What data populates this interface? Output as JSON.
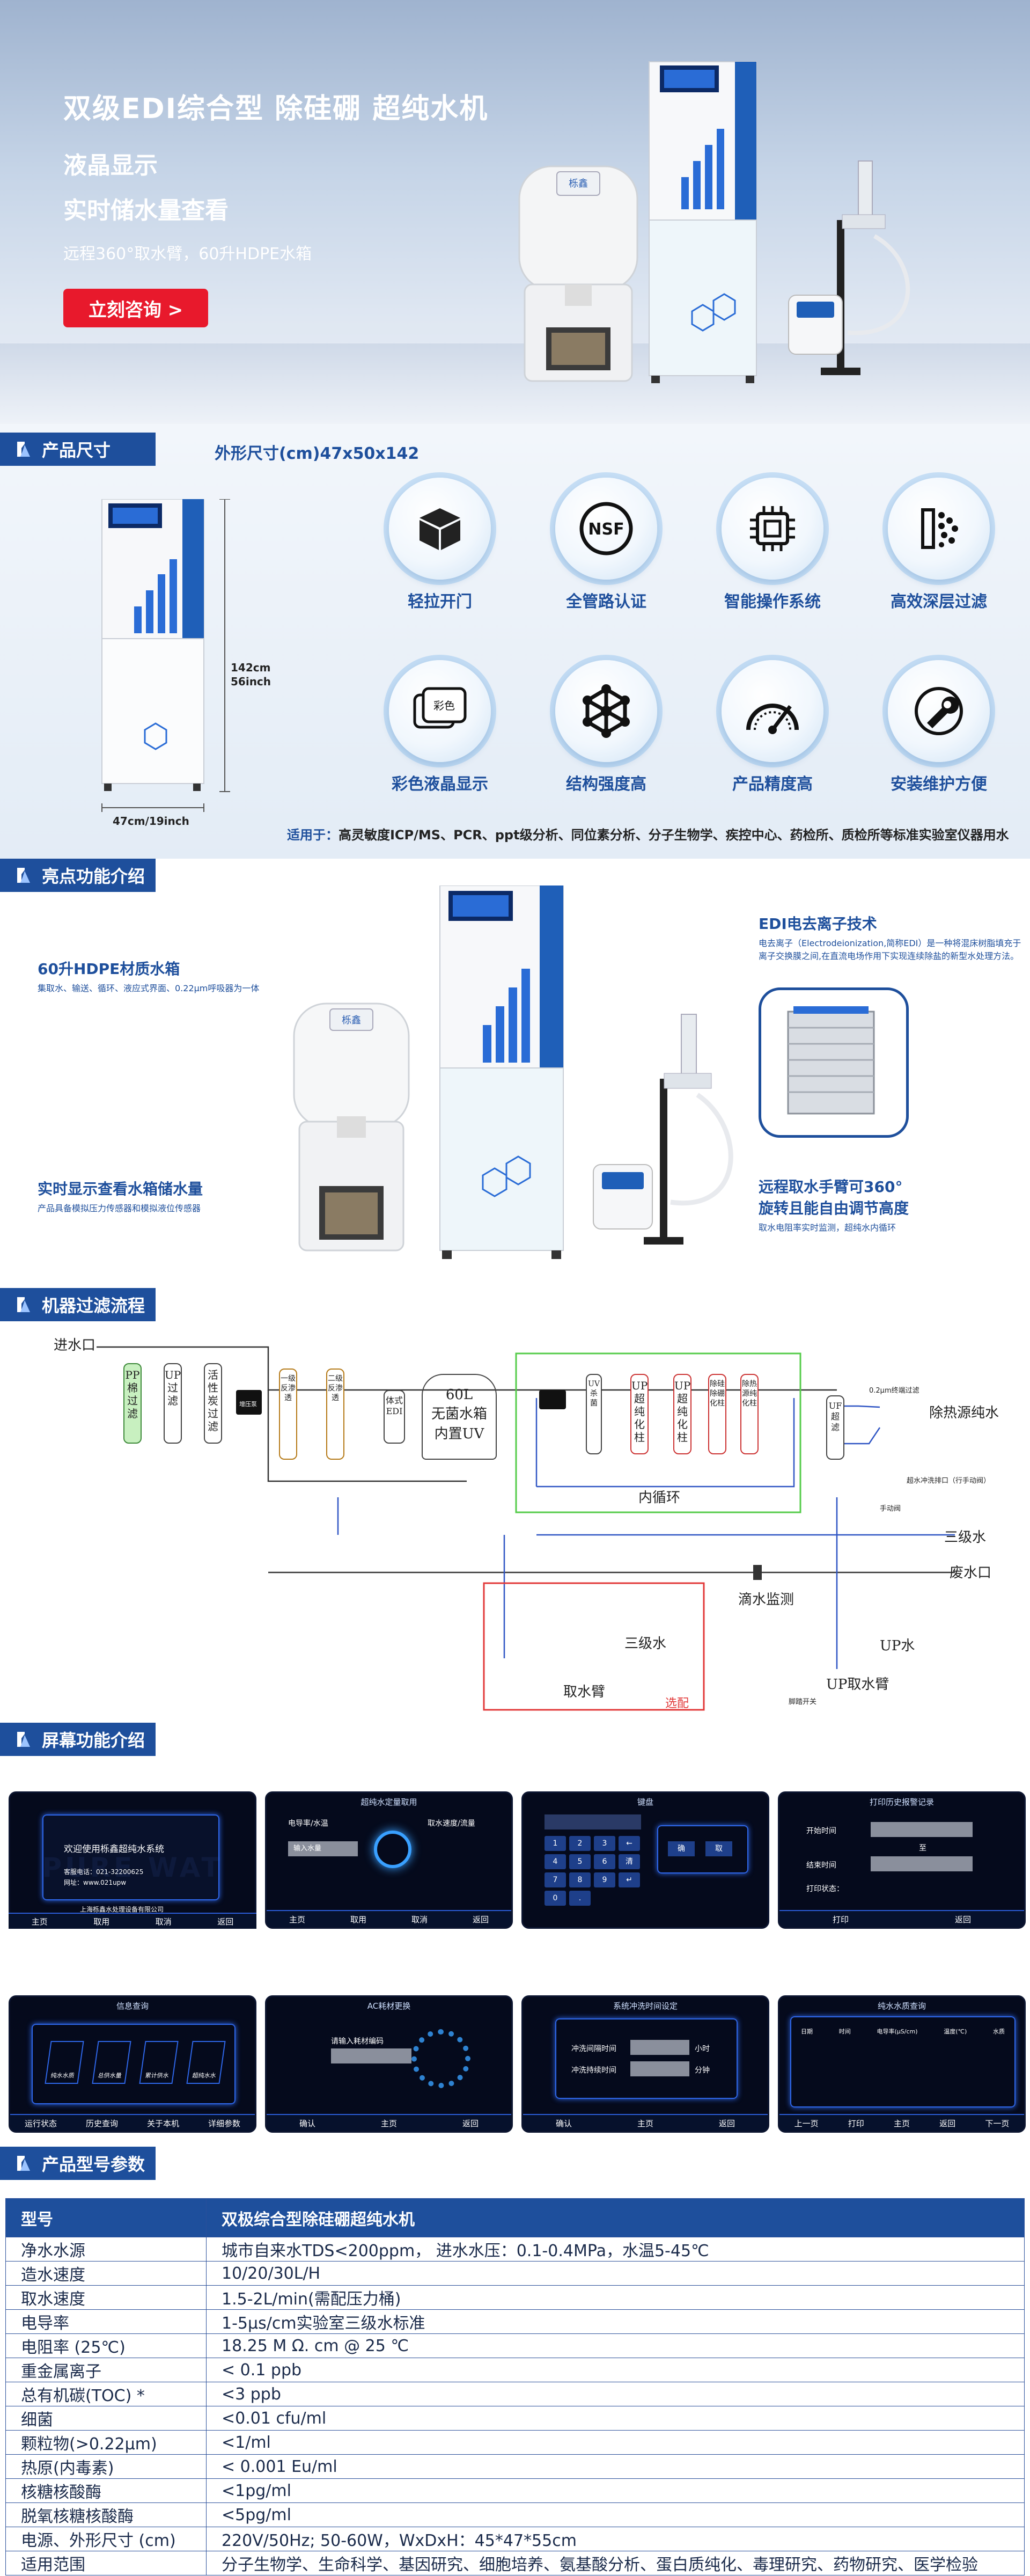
{
  "hero": {
    "title": "双级EDI综合型 除硅硼 超纯水机",
    "line1": "液晶显示",
    "line2": "实时储水量查看",
    "subtitle": "远程360°取水臂，60升HDPE水箱",
    "cta": "立刻咨询 >"
  },
  "size": {
    "header": "产品尺寸",
    "dim_label": "外形尺寸(cm)47x50x142",
    "height_label_1": "142cm",
    "height_label_2": "56inch",
    "width_label": "47cm/19inch",
    "features": [
      {
        "icon": "box-icon",
        "label": "轻拉开门"
      },
      {
        "icon": "nsf-icon",
        "label": "全管路认证"
      },
      {
        "icon": "chip-icon",
        "label": "智能操作系统"
      },
      {
        "icon": "filter-dots-icon",
        "label": "高效深层过滤"
      },
      {
        "icon": "color-screen-icon",
        "label": "彩色液晶显示",
        "badge": "彩色"
      },
      {
        "icon": "structure-icon",
        "label": "结构强度高"
      },
      {
        "icon": "gauge-icon",
        "label": "产品精度高"
      },
      {
        "icon": "wrench-icon",
        "label": "安装维护方便"
      }
    ],
    "apply_label": "适用于：",
    "apply_text": "高灵敏度ICP/MS、PCR、ppt级分析、同位素分析、分子生物学、疾控中心、药检所、质检所等标准实验室仪器用水"
  },
  "highlight": {
    "header": "亮点功能介绍",
    "tank_title": "60升HDPE材质水箱",
    "tank_text": "集取水、输送、循环、液应式界面、0.22μm呼吸器为一体",
    "edi_title": "EDI电去离子技术",
    "edi_text": "电去离子（Electrodeionization,简称EDI）是一种将混床树脂填充于离子交换膜之间,在直流电场作用下实现连续除盐的新型水处理方法。",
    "level_title": "实时显示查看水箱储水量",
    "level_text": "产品具备模拟压力传感器和模拟液位传感器",
    "arm_title_1": "远程取水手臂可360°",
    "arm_title_2": "旋转且能自由调节高度",
    "arm_text": "取水电阻率实时监测，超纯水内循环",
    "logo_text": "栎鑫"
  },
  "flow": {
    "header": "机器过滤流程",
    "inlet": "进水口",
    "pp": "PP棉过滤",
    "up": "UP过滤",
    "carbon": "活性炭过滤",
    "pump": "增压泵",
    "ro1": "一级反渗透",
    "ro2": "二级反渗透",
    "edi": "体式EDI",
    "tank_1": "60L",
    "tank_2": "无菌水箱",
    "tank_3": "内置UV",
    "uv": "UV杀菌",
    "up1": "UP超纯化柱",
    "up2": "UP超纯化柱",
    "up3": "除硅除硼化柱",
    "up4": "除热源纯化柱",
    "uf": "UF超滤",
    "filter022": "0.2μm终端过滤",
    "pyrogen": "除热源纯水",
    "flush": "超水冲洗排口（行手动阀）",
    "manual": "手动阀",
    "level3": "三级水",
    "waste": "废水口",
    "drip": "滴水监测",
    "inner": "内循环",
    "arm3": "三级水",
    "arm": "取水臂",
    "optional": "选配",
    "up_water": "UP水",
    "up_arm": "UP取水臂",
    "switch": "脚踏开关"
  },
  "screens": {
    "header": "屏幕功能介绍",
    "s1": {
      "welcome": "欢迎使用栎鑫超纯水系统",
      "phone_label": "客服电话：",
      "phone": "021-32200625",
      "web_label": "网址：",
      "web": "www.021upw",
      "company": "上海栎鑫水处理设备有限公司",
      "bg": "PURE WAT",
      "bar": [
        "主页",
        "取用",
        "取消",
        "返回"
      ]
    },
    "s2": {
      "title": "超纯水定量取用",
      "tab1": "电导率/水温",
      "tab2": "取水速度/流量",
      "input": "输入水量",
      "bar": [
        "主页",
        "取用",
        "取消",
        "返回"
      ]
    },
    "s3": {
      "title": "键盘",
      "keys": [
        "1",
        "2",
        "3",
        "←",
        "4",
        "5",
        "6",
        "清",
        "7",
        "8",
        "9",
        "↵",
        "0",
        "."
      ],
      "ok": "确",
      "cancel": "取"
    },
    "s4": {
      "title": "打印历史报警记录",
      "start": "开始时间",
      "end": "结束时间",
      "to": "至",
      "status": "打印状态：",
      "bar": [
        "打印",
        "返回"
      ]
    },
    "s5": {
      "title": "信息查询",
      "items": [
        "纯水水质",
        "总供水量",
        "累计供水",
        "超纯水水"
      ],
      "bar": [
        "运行状态",
        "历史查询",
        "关于本机",
        "详细参数"
      ]
    },
    "s6": {
      "title": "AC耗材更换",
      "prompt": "请输入耗材编码",
      "bar": [
        "确认",
        "主页",
        "返回"
      ]
    },
    "s7": {
      "title": "系统冲洗时间设定",
      "r1": "冲洗间隔时间",
      "r1u": "小时",
      "r2": "冲洗持续时间",
      "r2u": "分钟",
      "bar": [
        "确认",
        "主页",
        "返回"
      ]
    },
    "s8": {
      "title": "纯水水质查询",
      "cols": [
        "日期",
        "时间",
        "电导率(μS/cm)",
        "温度(℃)",
        "水质"
      ],
      "bar": [
        "上一页",
        "打印",
        "主页",
        "返回",
        "下一页"
      ]
    }
  },
  "table": {
    "header": "产品型号参数",
    "rows": [
      [
        "型号",
        "双极综合型除硅硼超纯水机"
      ],
      [
        "净水水源",
        "城市自来水TDS<200ppm，  进水水压：0.1-0.4MPa，水温5-45℃"
      ],
      [
        "造水速度",
        "10/20/30L/H"
      ],
      [
        "取水速度",
        "1.5-2L/min(需配压力桶)"
      ],
      [
        "电导率",
        "1-5μs/cm实验室三级水标准"
      ],
      [
        "电阻率 (25℃)",
        "18.25 M Ω. cm @ 25 ℃"
      ],
      [
        "重金属离子",
        "< 0.1 ppb"
      ],
      [
        "总有机碳(TOC) *",
        "<3 ppb"
      ],
      [
        "细菌",
        "<0.01 cfu/ml"
      ],
      [
        "颗粒物(>0.22μm)",
        "<1/ml"
      ],
      [
        "热原(内毒素)",
        "< 0.001 Eu/ml"
      ],
      [
        "核糖核酸酶",
        "<1pg/ml"
      ],
      [
        "脱氧核糖核酸酶",
        "<5pg/ml"
      ],
      [
        "电源、外形尺寸 (cm)",
        "220V/50Hz;   50-60W，WxDxH：45*47*55cm"
      ],
      [
        "适用范围",
        "分子生物学、生命科学、基因研究、细胞培养、氨基酸分析、蛋白质纯化、毒理研究、药物研究、医学检验"
      ]
    ]
  }
}
